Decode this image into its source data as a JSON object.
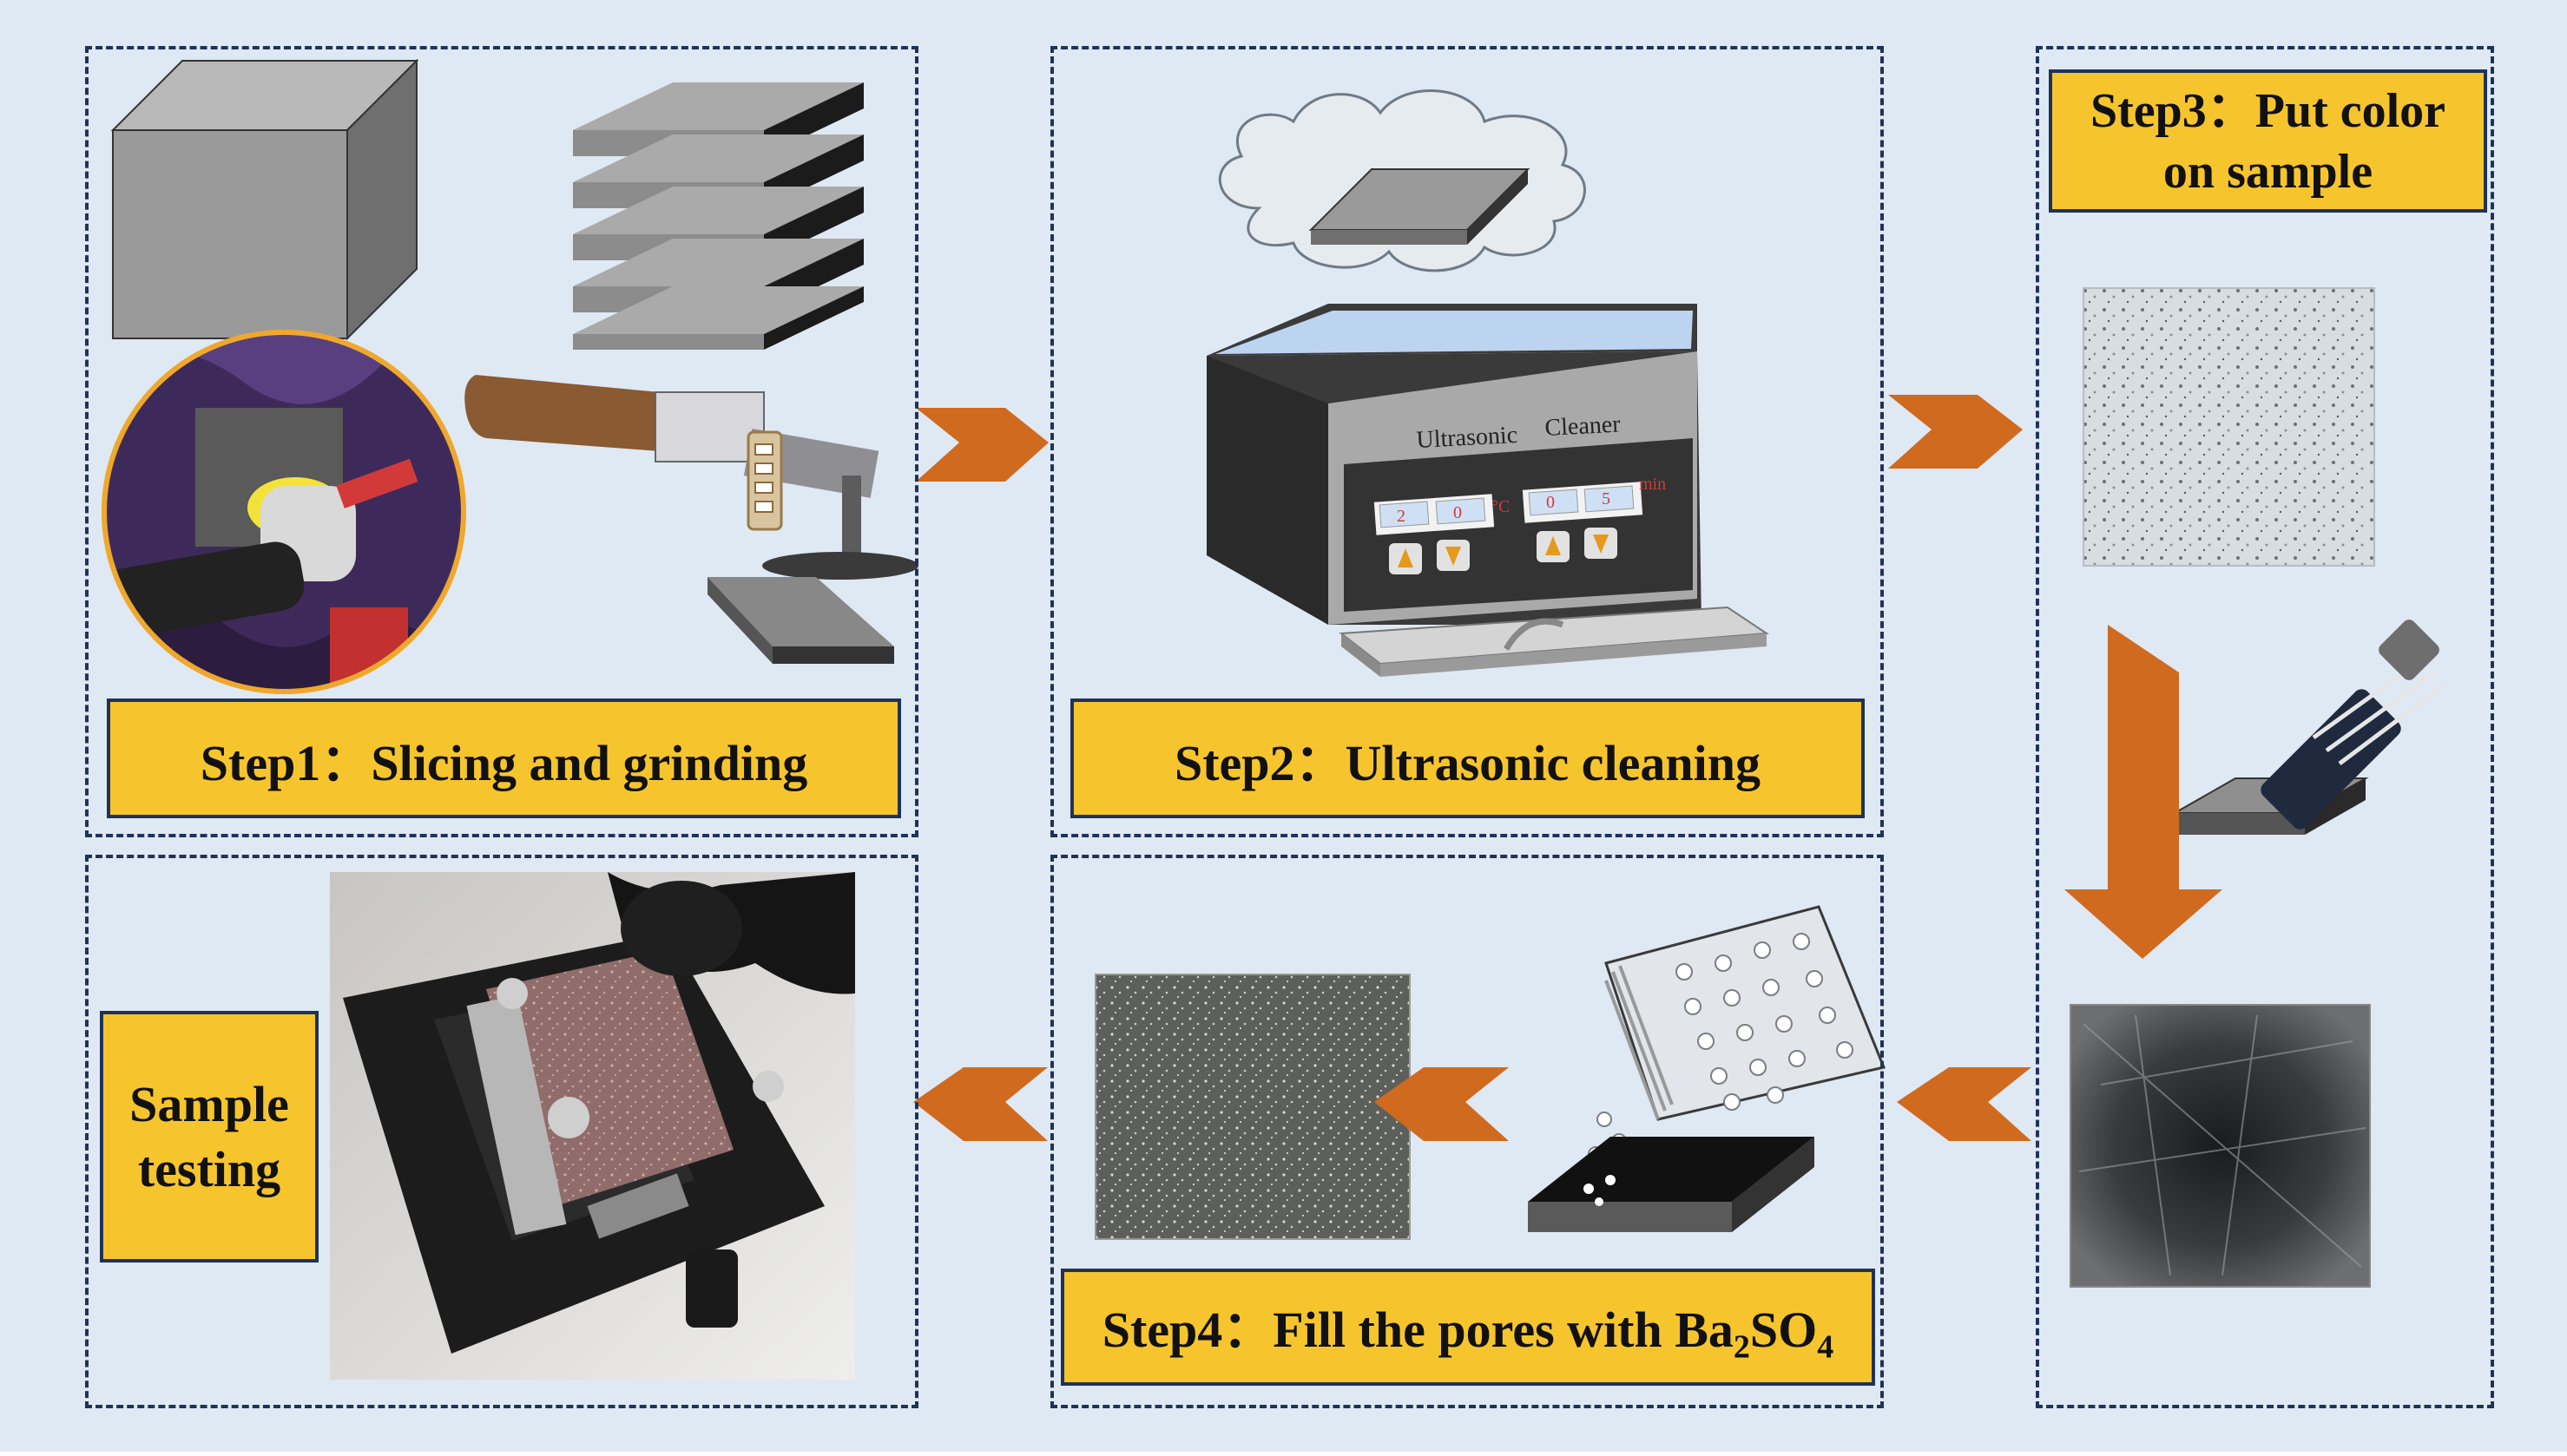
{
  "colors": {
    "background": "#dfe9f4",
    "label_fill": "#f6c52d",
    "border": "#1f3358",
    "arrow": "#d06a1f"
  },
  "step1": {
    "label": "Step1：Slicing and grinding"
  },
  "step2": {
    "label": "Step2：Ultrasonic cleaning",
    "device": {
      "brand_left": "Ultrasonic",
      "brand_right": "Cleaner",
      "temp_digit_1": "2",
      "temp_digit_2": "0",
      "temp_unit": "°C",
      "time_digit_1": "0",
      "time_digit_2": "5",
      "time_unit": "min"
    }
  },
  "step3": {
    "label_line1": "Step3：Put color",
    "label_line2": "on sample"
  },
  "step4": {
    "label_main": "Step4：Fill the pores with Ba",
    "sub1": "2",
    "mid": "SO",
    "sub2": "4"
  },
  "sample_testing": {
    "line1": "Sample",
    "line2": "testing"
  },
  "icons": [
    "cube-icon",
    "sliced-stack-icon",
    "grinder-photo",
    "polishing-tool-icon",
    "ultrasonic-cleaner-icon",
    "marker-pen-icon",
    "powder-bag-icon",
    "microscope-photo"
  ]
}
